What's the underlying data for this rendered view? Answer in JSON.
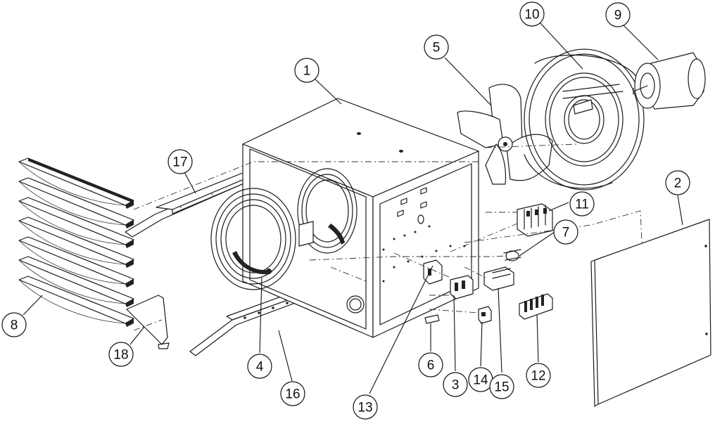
{
  "callouts": [
    {
      "label": "1"
    },
    {
      "label": "2"
    },
    {
      "label": "3"
    },
    {
      "label": "4"
    },
    {
      "label": "5"
    },
    {
      "label": "6"
    },
    {
      "label": "7"
    },
    {
      "label": "8"
    },
    {
      "label": "9"
    },
    {
      "label": "10"
    },
    {
      "label": "11"
    },
    {
      "label": "12"
    },
    {
      "label": "13"
    },
    {
      "label": "14"
    },
    {
      "label": "15"
    },
    {
      "label": "16"
    },
    {
      "label": "17"
    },
    {
      "label": "18"
    }
  ]
}
